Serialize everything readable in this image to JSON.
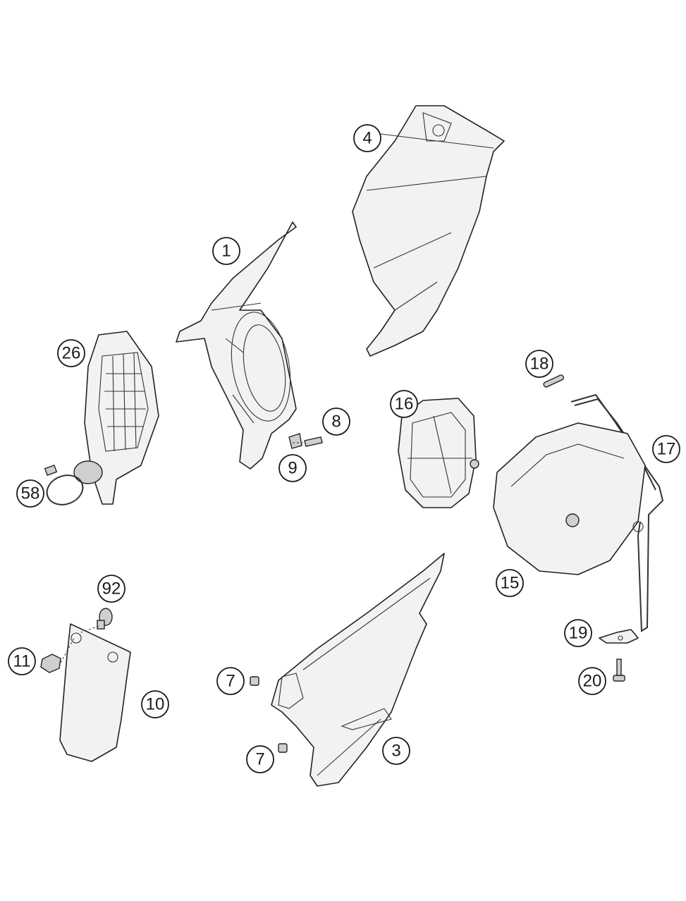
{
  "diagram": {
    "callouts": {
      "c1": "1",
      "c3": "3",
      "c4": "4",
      "c7a": "7",
      "c7b": "7",
      "c8": "8",
      "c9": "9",
      "c10": "10",
      "c11": "11",
      "c15": "15",
      "c16": "16",
      "c17": "17",
      "c18": "18",
      "c19": "19",
      "c20": "20",
      "c26": "26",
      "c58": "58",
      "c92": "92"
    }
  }
}
